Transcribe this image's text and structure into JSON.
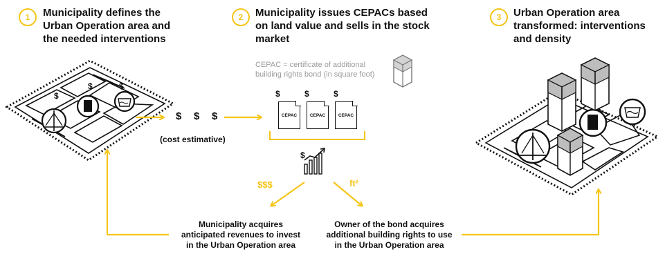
{
  "steps": [
    {
      "number": "1",
      "text": "Municipality defines the\nUrban Operation area and\nthe needed interventions"
    },
    {
      "number": "2",
      "text": "Municipality issues CEPACs based\non land value and sells in the stock\nmarket"
    },
    {
      "number": "3",
      "text": "Urban Operation area\ntransformed: interventions\nand density"
    }
  ],
  "cepac_note": "CEPAC = certificate of additional\nbuilding rights bond  (in square foot)",
  "cost": {
    "symbols": [
      "$",
      "$",
      "$"
    ],
    "label": "(cost estimative)"
  },
  "parcel_dollars": [
    "$",
    "$",
    "$"
  ],
  "cepac_cards": [
    {
      "dollar": "$",
      "label": "CEPAC"
    },
    {
      "dollar": "$",
      "label": "CEPAC"
    },
    {
      "dollar": "$",
      "label": "CEPAC"
    }
  ],
  "market_dollar": "$",
  "flows": {
    "money": "$$$",
    "area": "ft²"
  },
  "bottom": {
    "municipality": "Municipality acquires\nanticipated revenues to invest\nin the Urban Operation area",
    "owner": "Owner of the bond acquires\nadditional building rights to use\nin the Urban Operation area"
  },
  "colors": {
    "accent": "#f5c518",
    "ink": "#111111",
    "note": "#9a9a9a",
    "block_top": "#bdbdbd"
  }
}
